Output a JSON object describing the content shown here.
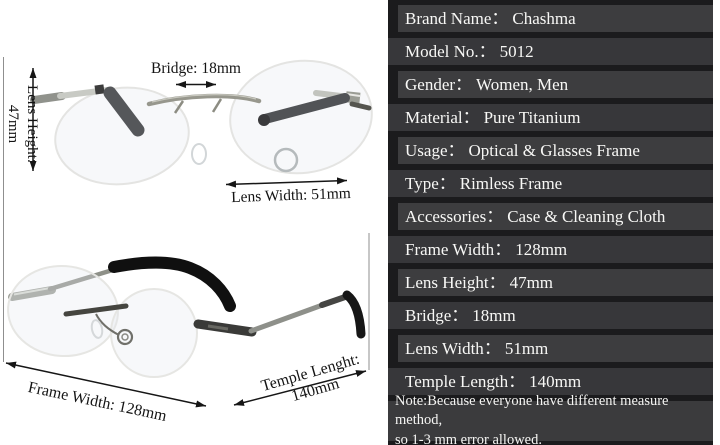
{
  "panel": {
    "separator": "：",
    "rows": [
      {
        "label": "Brand Name",
        "value": "Chashma"
      },
      {
        "label": "Model No.",
        "value": "5012"
      },
      {
        "label": "Gender",
        "value": "Women, Men"
      },
      {
        "label": "Material",
        "value": "Pure Titanium"
      },
      {
        "label": "Usage",
        "value": "Optical & Glasses Frame"
      },
      {
        "label": "Type",
        "value": "Rimless Frame"
      },
      {
        "label": "Accessories",
        "value": "Case & Cleaning Cloth"
      },
      {
        "label": "Frame Width",
        "value": "128mm"
      },
      {
        "label": "Lens Height",
        "value": "47mm"
      },
      {
        "label": "Bridge",
        "value": "18mm"
      },
      {
        "label": "Lens Width",
        "value": "51mm"
      },
      {
        "label": "Temple Length",
        "value": "140mm"
      }
    ],
    "note_line1": "Note:Because everyone have different measure method,",
    "note_line2": "so 1-3 mm error allowed."
  },
  "dimensions": {
    "bridge": {
      "label": "Bridge: 18mm"
    },
    "lens_height": {
      "line1": "Lens Height:",
      "line2": "47mm"
    },
    "lens_width": {
      "label": "Lens Width: 51mm"
    },
    "frame_width": {
      "label": "Frame Width: 128mm"
    },
    "temple_length": {
      "line1": "Temple Lenght:",
      "line2": "140mm"
    }
  },
  "colors": {
    "panel_bg": "#1b1b1d",
    "row_dark": "#37373a",
    "row_light": "#3d3d3f",
    "panel_text": "#f8f8f6",
    "arrow": "#161616",
    "temple_silver": "#8e908a",
    "temple_black": "#101010"
  }
}
